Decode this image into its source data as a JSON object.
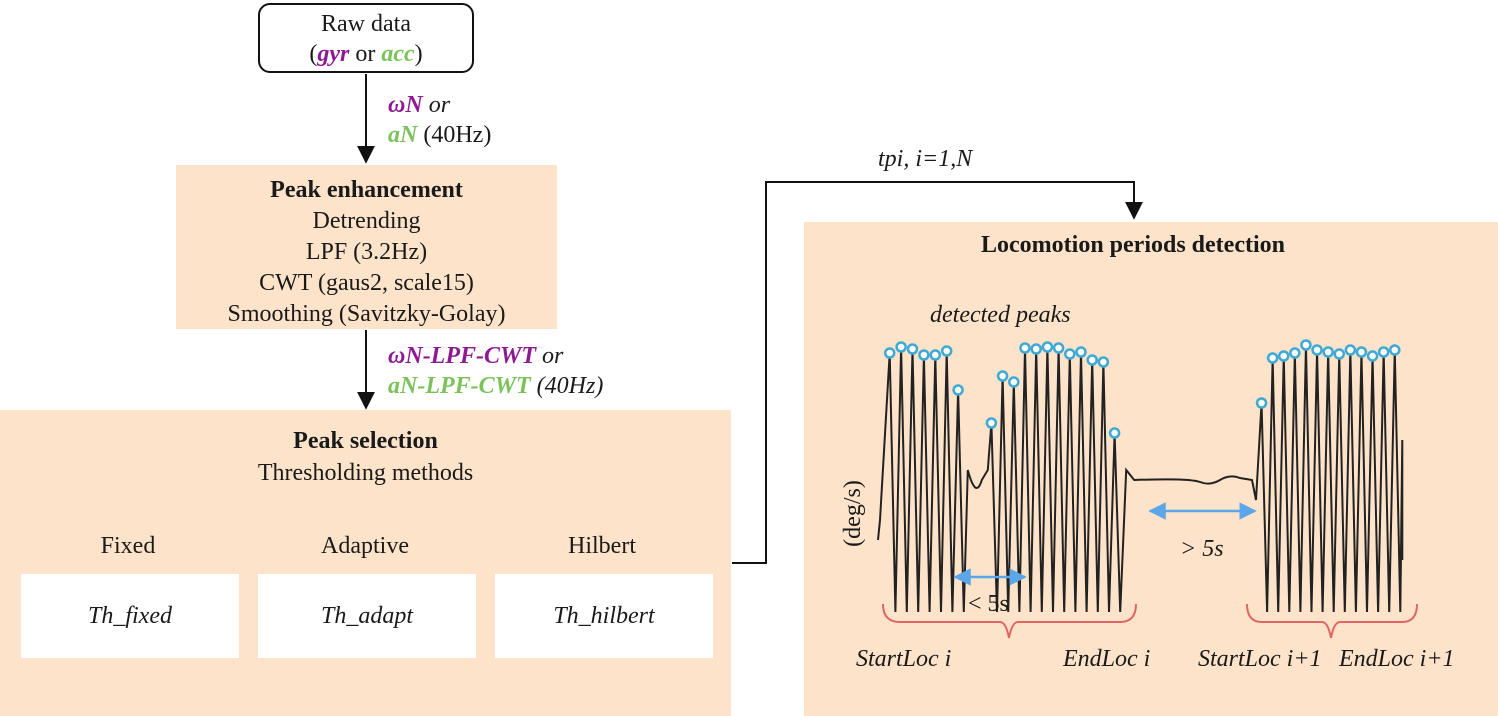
{
  "raw_data": {
    "title": "Raw data",
    "paren_open": "(",
    "gyr": "gyr",
    "or": " or ",
    "acc": "acc",
    "paren_close": ")"
  },
  "arrow1": {
    "omega_n": "ωN",
    "or": " or",
    "a_n": "aN",
    "freq": " (40Hz)"
  },
  "peak_enhancement": {
    "title": "Peak enhancement",
    "steps": [
      "Detrending",
      "LPF (3.2Hz)",
      "CWT (gaus2, scale15)",
      "Smoothing (Savitzky-Golay)"
    ]
  },
  "arrow2": {
    "omega_cwt": "ωN-LPF-CWT",
    "or": " or",
    "a_cwt": "aN-LPF-CWT",
    "freq": " (40Hz)"
  },
  "peak_selection": {
    "title": "Peak selection",
    "subtitle": "Thresholding methods",
    "methods": [
      {
        "name": "Fixed",
        "threshold": "Th_fixed"
      },
      {
        "name": "Adaptive",
        "threshold": "Th_adapt"
      },
      {
        "name": "Hilbert",
        "threshold": "Th_hilbert"
      }
    ]
  },
  "connector_label": "tpi, i=1,N",
  "locomotion": {
    "title": "Locomotion periods detection",
    "detected_peaks": "detected peaks",
    "y_unit": "(deg/s)",
    "gap_short": "< 5s",
    "gap_long": "> 5s",
    "start_i": "StartLoc i",
    "end_i": "EndLoc i",
    "start_i1": "StartLoc i+1",
    "end_i1": "EndLoc i+1"
  },
  "colors": {
    "peach": "#fde3c9",
    "purple": "#8e1a93",
    "green": "#7cc25a",
    "peak_marker": "#3fa9d6",
    "arrow_blue": "#5aa6e8",
    "brace_red": "#e06666"
  }
}
